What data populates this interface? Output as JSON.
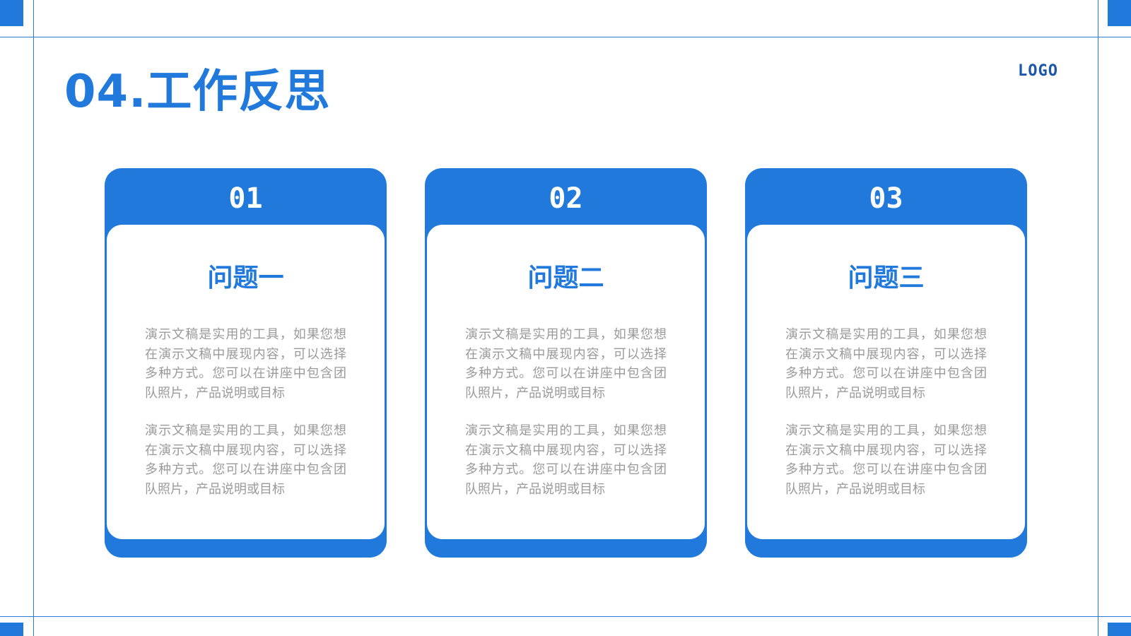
{
  "title": "04.工作反思",
  "logo": "LOGO",
  "colors": {
    "accent": "#2179dc",
    "logo": "#1c56a8",
    "body_text": "#9a9a9a",
    "background": "#ffffff"
  },
  "cards": [
    {
      "number": "01",
      "heading": "问题一",
      "paragraphs": [
        "演示文稿是实用的工具，如果您想在演示文稿中展现内容，可以选择多种方式。您可以在讲座中包含团队照片，产品说明或目标",
        "演示文稿是实用的工具，如果您想在演示文稿中展现内容，可以选择多种方式。您可以在讲座中包含团队照片，产品说明或目标"
      ]
    },
    {
      "number": "02",
      "heading": "问题二",
      "paragraphs": [
        "演示文稿是实用的工具，如果您想在演示文稿中展现内容，可以选择多种方式。您可以在讲座中包含团队照片，产品说明或目标",
        "演示文稿是实用的工具，如果您想在演示文稿中展现内容，可以选择多种方式。您可以在讲座中包含团队照片，产品说明或目标"
      ]
    },
    {
      "number": "03",
      "heading": "问题三",
      "paragraphs": [
        "演示文稿是实用的工具，如果您想在演示文稿中展现内容，可以选择多种方式。您可以在讲座中包含团队照片，产品说明或目标",
        "演示文稿是实用的工具，如果您想在演示文稿中展现内容，可以选择多种方式。您可以在讲座中包含团队照片，产品说明或目标"
      ]
    }
  ]
}
